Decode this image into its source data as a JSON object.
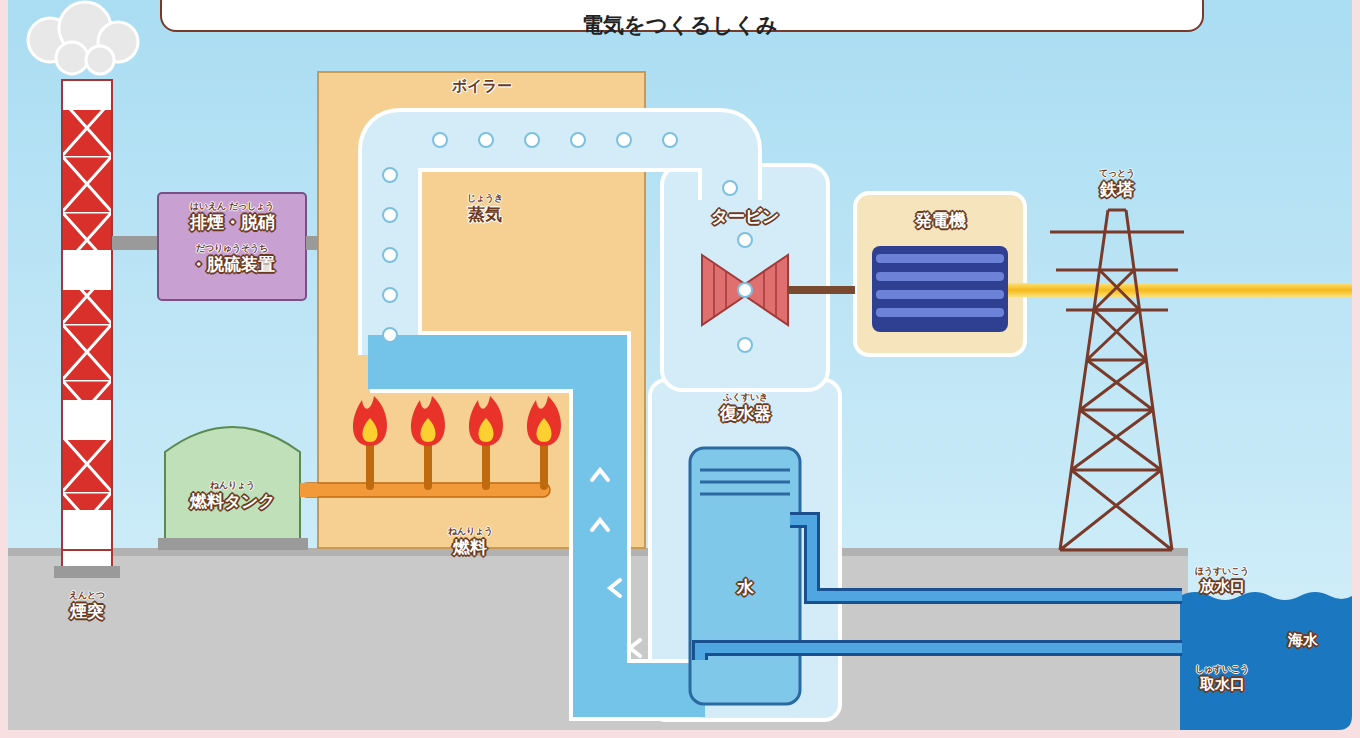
{
  "diagram": {
    "title": "電気をつくるしくみ",
    "nodes": [
      {
        "text": [
          "ボイラー"
        ]
      },
      {
        "text": [
          "はいえん だっしょう",
          "排煙・脱硝",
          "だつりゅうそうち",
          "・脱硫装置"
        ]
      },
      {
        "text": [
          "ねんりょう",
          "燃料タンク"
        ]
      },
      {
        "text": [
          "タービン"
        ]
      },
      {
        "text": [
          "ふくすいき",
          "復水器"
        ]
      },
      {
        "text": [
          "発電機"
        ]
      }
    ],
    "edges": [
      {
        "from": 1,
        "to": 0,
        "arrow": "none"
      },
      {
        "from": 2,
        "to": 0,
        "arrow": "none"
      },
      {
        "from": 3,
        "to": 5,
        "arrow": "none"
      }
    ],
    "labels": [
      "じょうき",
      "蒸気",
      "ねんりょう",
      "燃料",
      "えんとつ",
      "煙突",
      "水",
      "てっとう",
      "鉄塔",
      "ほうすいこう",
      "放水口",
      "しゅすいこう",
      "取水口",
      "海水"
    ]
  }
}
